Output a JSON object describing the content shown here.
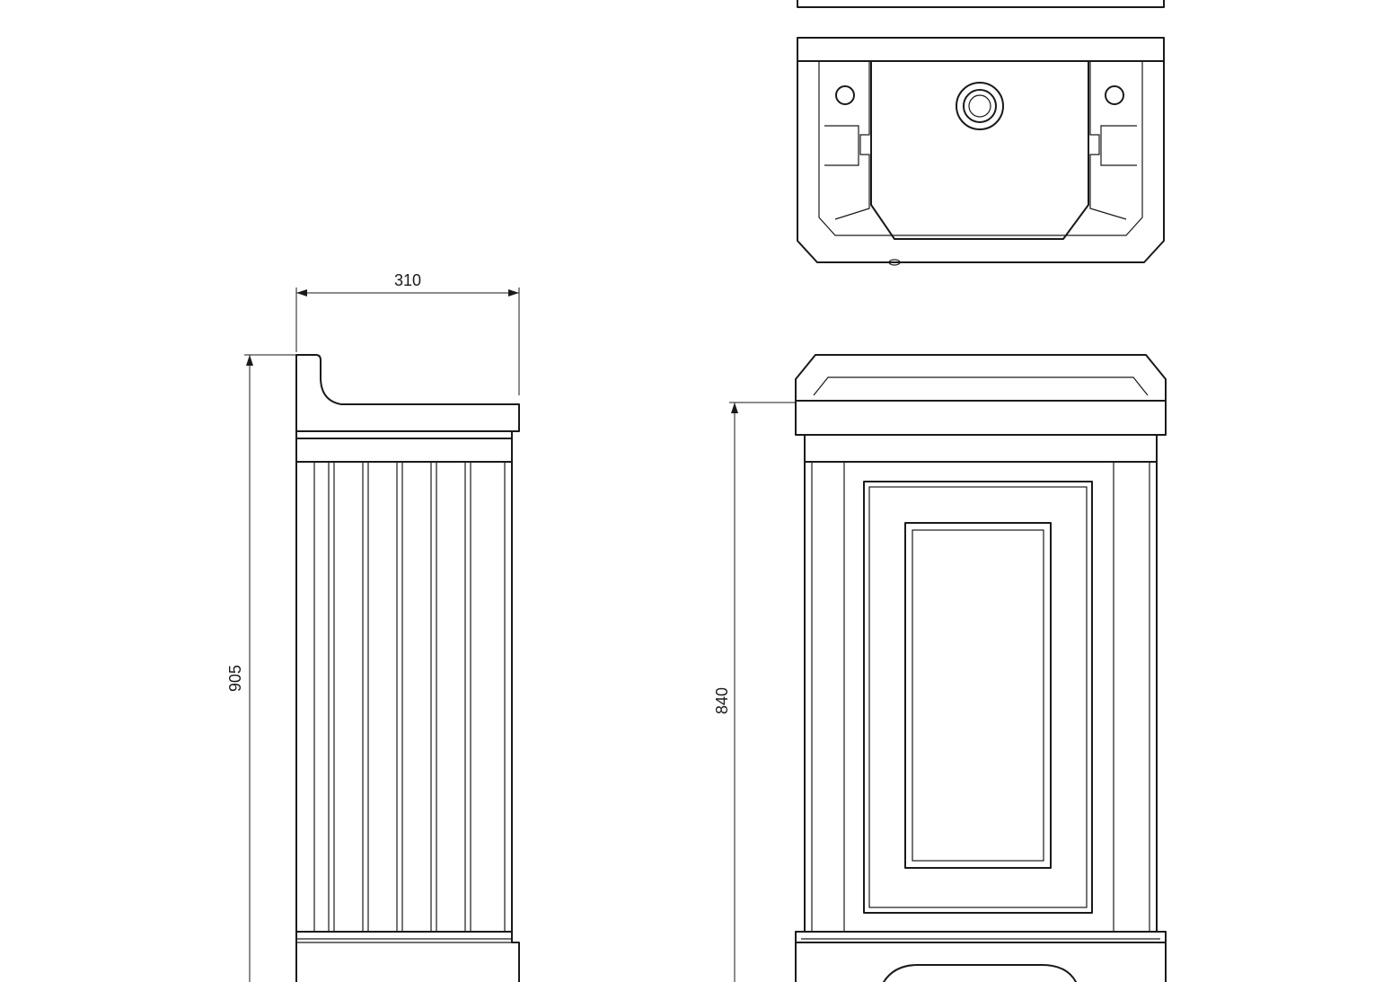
{
  "dimensions": {
    "width_label": "310",
    "side_height_label": "905",
    "front_height_label": "840"
  }
}
